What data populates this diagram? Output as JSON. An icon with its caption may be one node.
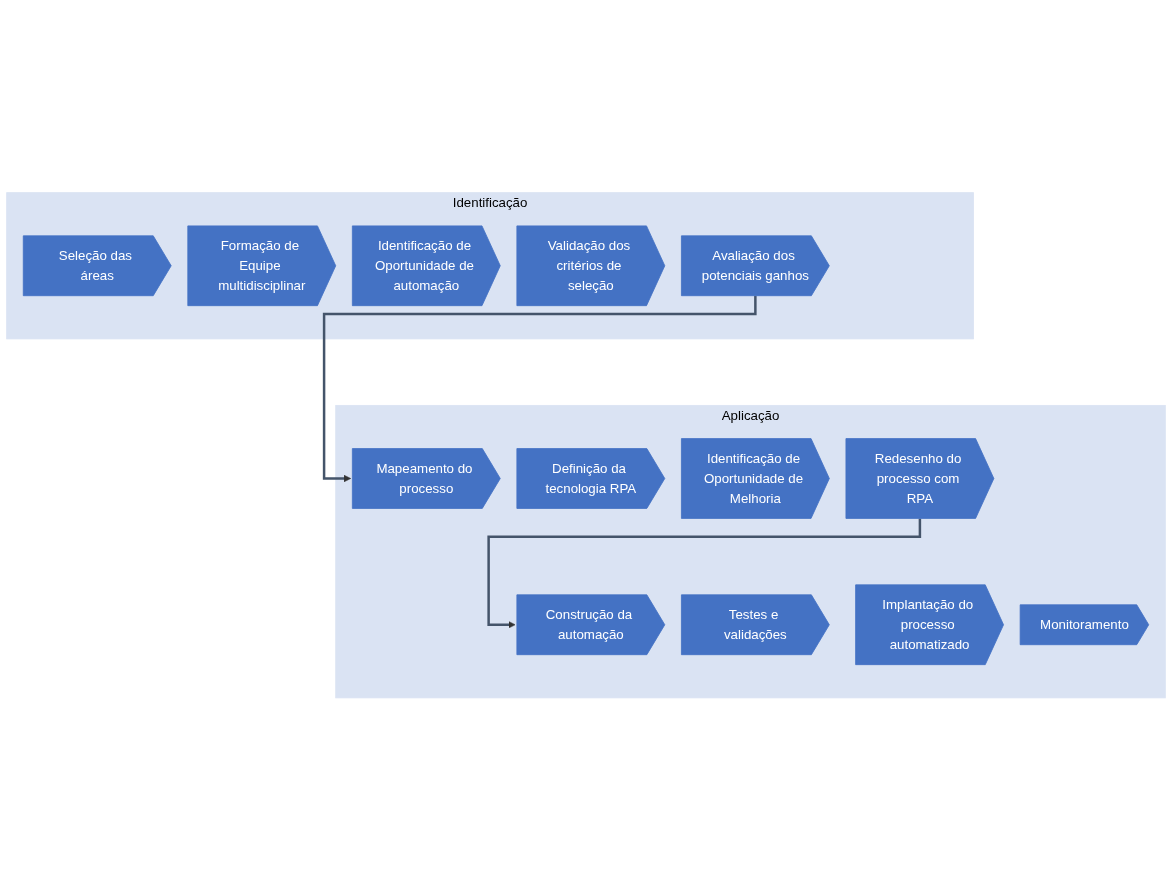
{
  "diagram": {
    "nodes": [
      {
        "text": [
          "Identificação"
        ]
      },
      {
        "text": [
          "Seleção das áreas"
        ],
        "in": 0
      },
      {
        "text": [
          "Formação de Equipe multidisciplinar"
        ],
        "in": 0
      },
      {
        "text": [
          "Identificação de Oportunidade de automação"
        ],
        "in": 0
      },
      {
        "text": [
          "Validação dos critérios de seleção"
        ],
        "in": 0
      },
      {
        "text": [
          "Avaliação dos potenciais ganhos"
        ],
        "in": 0
      },
      {
        "text": [
          "Aplicação"
        ]
      },
      {
        "text": [
          "Mapeamento do processo"
        ],
        "in": 6
      },
      {
        "text": [
          "Definição da tecnologia RPA"
        ],
        "in": 6
      },
      {
        "text": [
          "Identificação de Oportunidade de Melhoria"
        ],
        "in": 6
      },
      {
        "text": [
          "Redesenho do processo com RPA"
        ],
        "in": 6
      },
      {
        "text": [
          "Construção da automação"
        ],
        "in": 6
      },
      {
        "text": [
          "Testes e validações"
        ],
        "in": 6
      },
      {
        "text": [
          "Implantação do processo automatizado"
        ],
        "in": 6
      },
      {
        "text": [
          "Monitoramento"
        ],
        "in": 6
      }
    ],
    "edges": [
      {
        "from": 5,
        "to": 7,
        "arrow": "to"
      },
      {
        "from": 10,
        "to": 11,
        "arrow": "to"
      }
    ]
  }
}
